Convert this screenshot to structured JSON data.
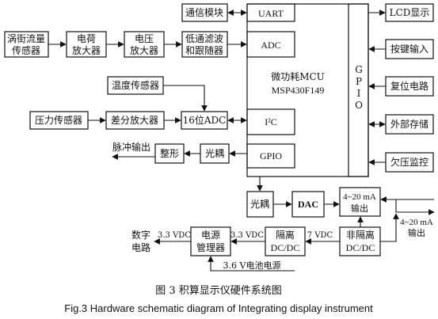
{
  "diagram": {
    "blocks": {
      "eddy_sensor": [
        "涡街流量",
        "传感器"
      ],
      "charge_amp": [
        "电荷",
        "放大器"
      ],
      "voltage_amp": [
        "电压",
        "放大器"
      ],
      "lowpass": [
        "低通滤波",
        "和跟随器"
      ],
      "comm_module": "通信模块",
      "uart": "UART",
      "adc": "ADC",
      "mcu_name": "微功耗MCU",
      "mcu_part": "MSP430F149",
      "gpio_bus": "GPIO",
      "i2c": "I²C",
      "gpio_port": "GPIO",
      "temp_sensor": "温度传感器",
      "pressure_sensor": "压力传感器",
      "diff_amp": "差分放大器",
      "adc16": "16位ADC",
      "optocoupler_pulse": "光耦",
      "shaper": "整形",
      "pulse_out": "脉冲输出",
      "lcd": "LCD显示",
      "keys": "按键输入",
      "reset": "复位电路",
      "ext_storage": "外部存储",
      "undervoltage": "欠压监控",
      "optocoupler_dac": "光耦",
      "dac": "DAC",
      "out_4_20_a": [
        "4~20 mA",
        "输出"
      ],
      "out_4_20_b": [
        "4~20 mA",
        "输出"
      ],
      "non_isolated_dcdc": [
        "非隔离",
        "DC/DC"
      ],
      "isolated_dcdc": [
        "隔离",
        "DC/DC"
      ],
      "power_mgr": [
        "电源",
        "管理器"
      ],
      "digital_circuit": [
        "数字",
        "电路"
      ],
      "battery": "3.6 V电池电源"
    },
    "labels": {
      "v7": "7 VDC",
      "v33a": "3.3 VDC",
      "v33b": "3.3 VDC"
    }
  },
  "caption": {
    "cn": "图 3   积算显示仪硬件系统图",
    "en": "Fig.3   Hardware schematic diagram of Integrating display instrument"
  }
}
